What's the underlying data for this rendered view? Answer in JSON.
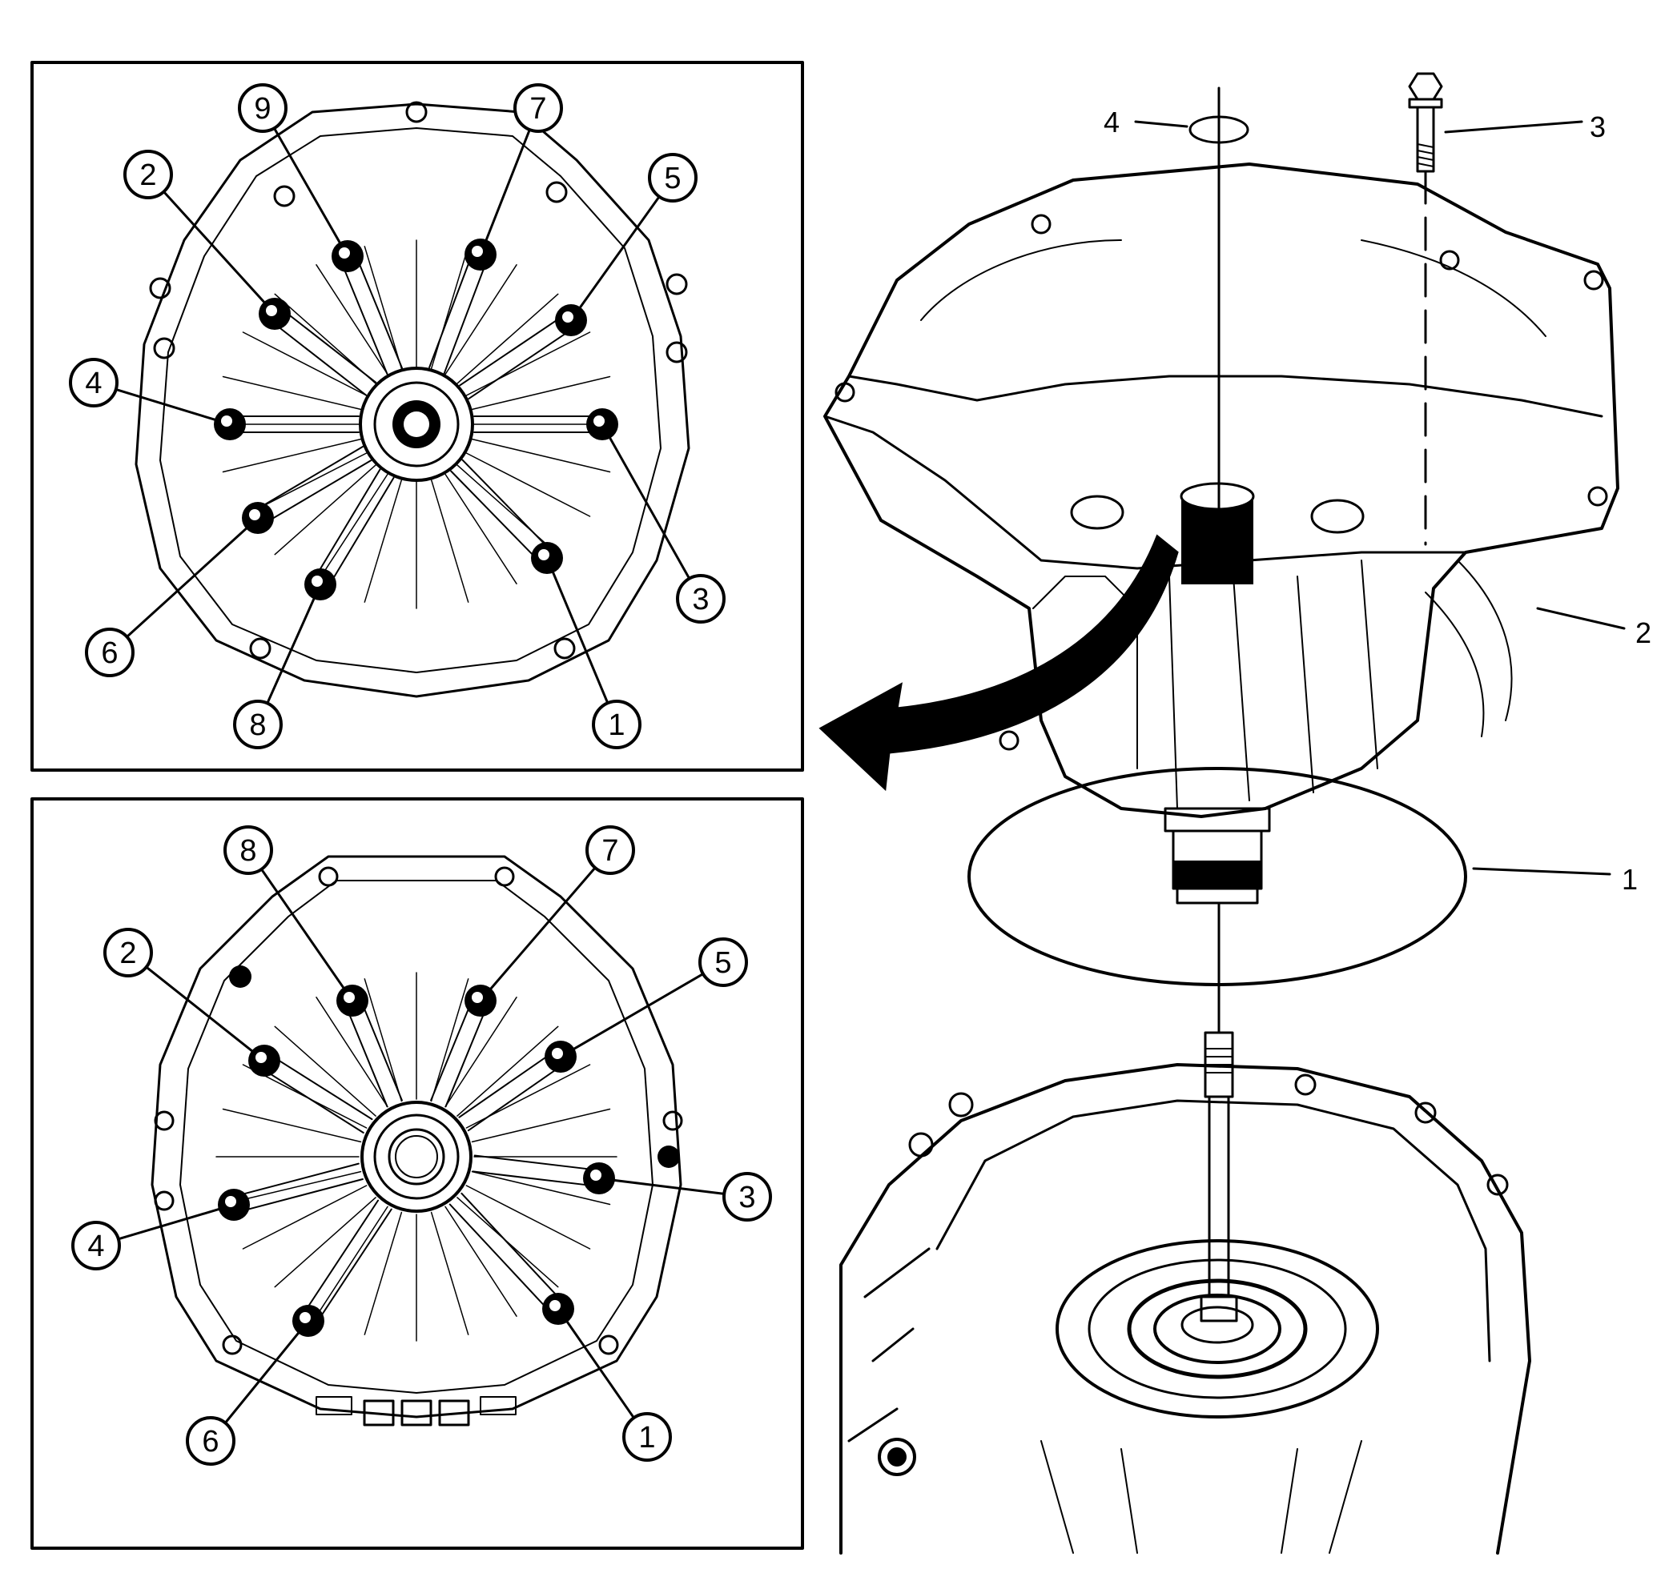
{
  "diagram": {
    "line_color": "#000000",
    "background": "#ffffff",
    "top_inset": {
      "sequence_labels": [
        "1",
        "2",
        "3",
        "4",
        "5",
        "6",
        "7",
        "8",
        "9"
      ]
    },
    "bottom_inset": {
      "sequence_labels": [
        "1",
        "2",
        "3",
        "4",
        "5",
        "6",
        "7",
        "8"
      ]
    },
    "exploded_view": {
      "callouts": [
        "1",
        "2",
        "3",
        "4"
      ]
    },
    "icons": [
      "bolt-icon",
      "seal-ring-icon",
      "direction-arrow-icon"
    ]
  }
}
